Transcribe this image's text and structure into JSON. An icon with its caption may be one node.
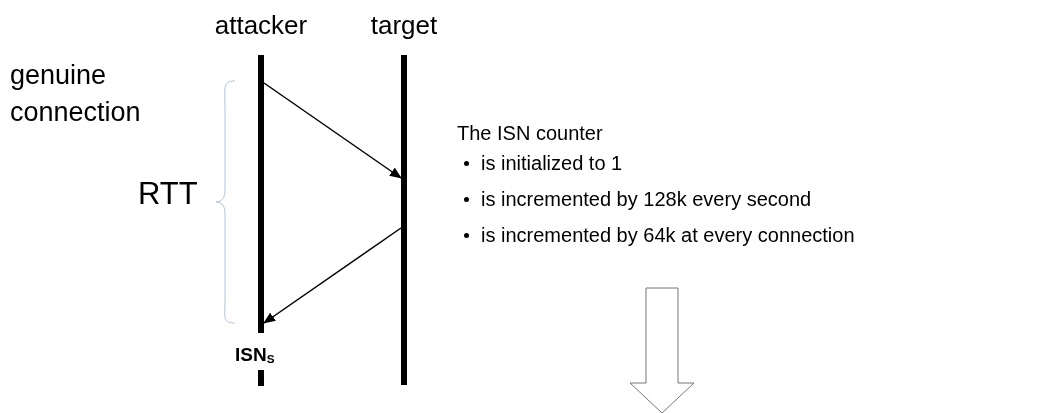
{
  "diagram": {
    "nodes": [
      {
        "text": [
          "attacker"
        ],
        "beside": [
          "ISN$_{S}$"
        ]
      },
      {
        "text": [
          "target"
        ]
      }
    ],
    "edges": [
      {
        "from": 0,
        "to": 1,
        "arrow": "to"
      },
      {
        "from": 1,
        "to": 0,
        "arrow": "to"
      }
    ],
    "labels": [
      "genuine connection",
      "RTT",
      "The ISN counter",
      "is initialized to 1",
      "is incremented by 128k every second",
      "is incremented by 64k at every connection"
    ]
  }
}
